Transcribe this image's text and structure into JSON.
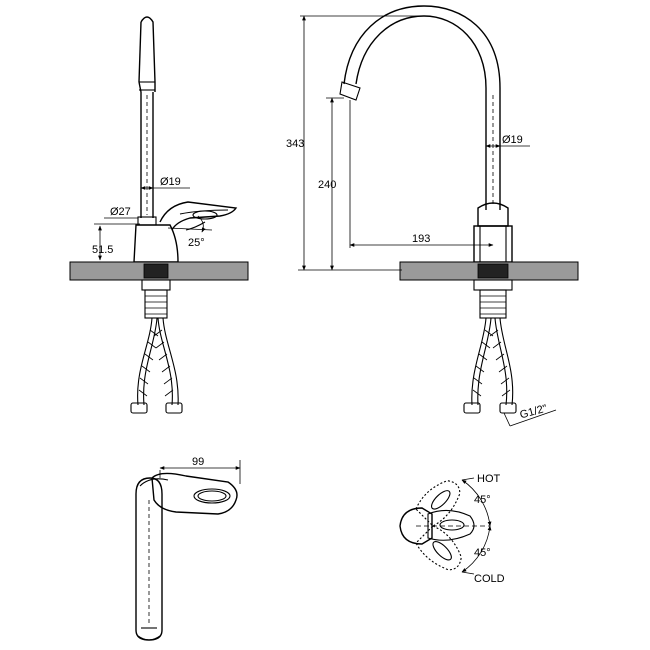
{
  "side_view": {
    "dia_spout": "Ø19",
    "dia_body": "Ø27",
    "height_body": "51.5",
    "handle_angle": "25°"
  },
  "front_view": {
    "total_height": "343",
    "spout_height": "240",
    "spout_reach": "193",
    "dia_spout": "Ø19",
    "thread": "G1/2\""
  },
  "top_view": {
    "handle_length": "99"
  },
  "handle_view": {
    "hot_label": "HOT",
    "cold_label": "COLD",
    "angle_hot": "45°",
    "angle_cold": "45°"
  },
  "colors": {
    "line": "#000000",
    "countertop": "#9a9a9a",
    "background": "#ffffff"
  }
}
